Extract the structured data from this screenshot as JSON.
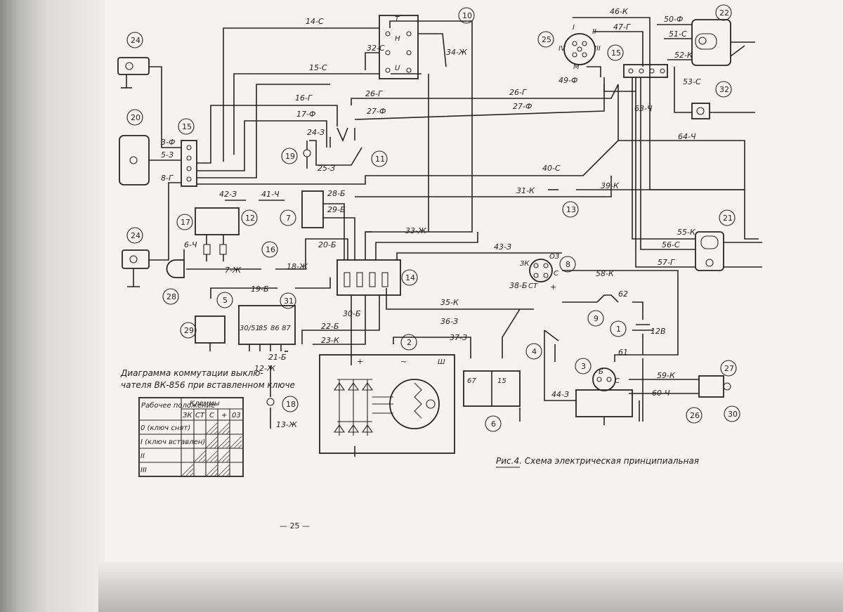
{
  "caption": "Рис.4. Схема электрическая принципиальная",
  "page_number": "— 25 —",
  "table": {
    "title_line1": "Диаграмма коммутации выклю-",
    "title_line2": "чателя ВК-856 при вставленном ключе",
    "head_position": "Рабочее положение",
    "head_terminals": "Клеммы",
    "terminals": [
      "ЗК",
      "СТ",
      "С",
      "+",
      "03"
    ],
    "row_labels": [
      "0 (ключ снят)",
      "I (ключ вставлен)",
      "II",
      "III"
    ]
  },
  "components": {
    "c1": "1",
    "c2": "2",
    "c3": "3",
    "c4": "4",
    "c5": "5",
    "c6": "6",
    "c7": "7",
    "c8": "8",
    "c9": "9",
    "c10": "10",
    "c11": "11",
    "c12": "12",
    "c13": "13",
    "c14": "14",
    "c15a": "15",
    "c15b": "15",
    "c16": "16",
    "c17": "17",
    "c18": "18",
    "c19": "19",
    "c20": "20",
    "c21": "21",
    "c22": "22",
    "c24a": "24",
    "c24b": "24",
    "c25": "25",
    "c26": "26",
    "c27": "27",
    "c28": "28",
    "c29": "29",
    "c30": "30",
    "c31": "31",
    "c32": "32"
  },
  "wires": {
    "w14": "14-С",
    "w15": "15-С",
    "w16": "16-Г",
    "w17": "17-Ф",
    "w26": "26-Г",
    "w27": "27-Ф",
    "w26r": "26-Г",
    "w27r": "27-Ф",
    "w24": "24-З",
    "w25": "25-З",
    "w3": "3-Ф",
    "w5": "5-З",
    "w8": "8-Г",
    "w40": "40-С",
    "w31": "31-К",
    "w39": "39-К",
    "w42": "42-З",
    "w41": "41-Ч",
    "w28": "28-Б",
    "w29": "29-Б",
    "w33": "33-Ж",
    "w20": "20-Б",
    "w43": "43-З",
    "w6": "6-Ч",
    "w7": "7-Ж",
    "w18": "18-Ж",
    "w19": "19-Б",
    "w30": "30-Б",
    "w38": "38-Б",
    "w35": "35-К",
    "w36": "36-З",
    "w22": "22-Б",
    "w23": "23-К",
    "w21": "21-Б",
    "w37": "37-З",
    "w12": "12-Ж",
    "w13": "13-Ж",
    "w44": "44-З",
    "w58": "58-К",
    "w62": "62",
    "w61": "61",
    "w59": "59-К",
    "w60": "60-Ч",
    "w32": "32-С",
    "w34": "34-Ж",
    "w46": "46-К",
    "w47": "47-Г",
    "w49": "49-Ф",
    "w50": "50-Ф",
    "w51": "51-С",
    "w52": "52-К",
    "w53": "53-С",
    "w63": "63-Ч",
    "w64": "64-Ч",
    "w55": "55-К",
    "w56": "56-С",
    "w57": "57-Г"
  },
  "battery_voltage": "12В",
  "relay_pins": [
    "30/51",
    "85",
    "86",
    "87"
  ],
  "ignition_pins": {
    "zk": "ЗК",
    "o3": "ОЗ",
    "st": "СТ",
    "c": "С",
    "plus": "+"
  },
  "regulator_pins": {
    "p67": "67",
    "p15": "15"
  },
  "generator_pins": {
    "plus": "+",
    "ac": "~",
    "sh": "Ш"
  },
  "starter_pins": {
    "b": "Б",
    "c": "С"
  },
  "switch10_pins": [
    "Т",
    "Н",
    "U"
  ],
  "switch25_pins": {
    "I": "I",
    "II": "II",
    "III": "III",
    "IV": "IV",
    "M": "М"
  }
}
